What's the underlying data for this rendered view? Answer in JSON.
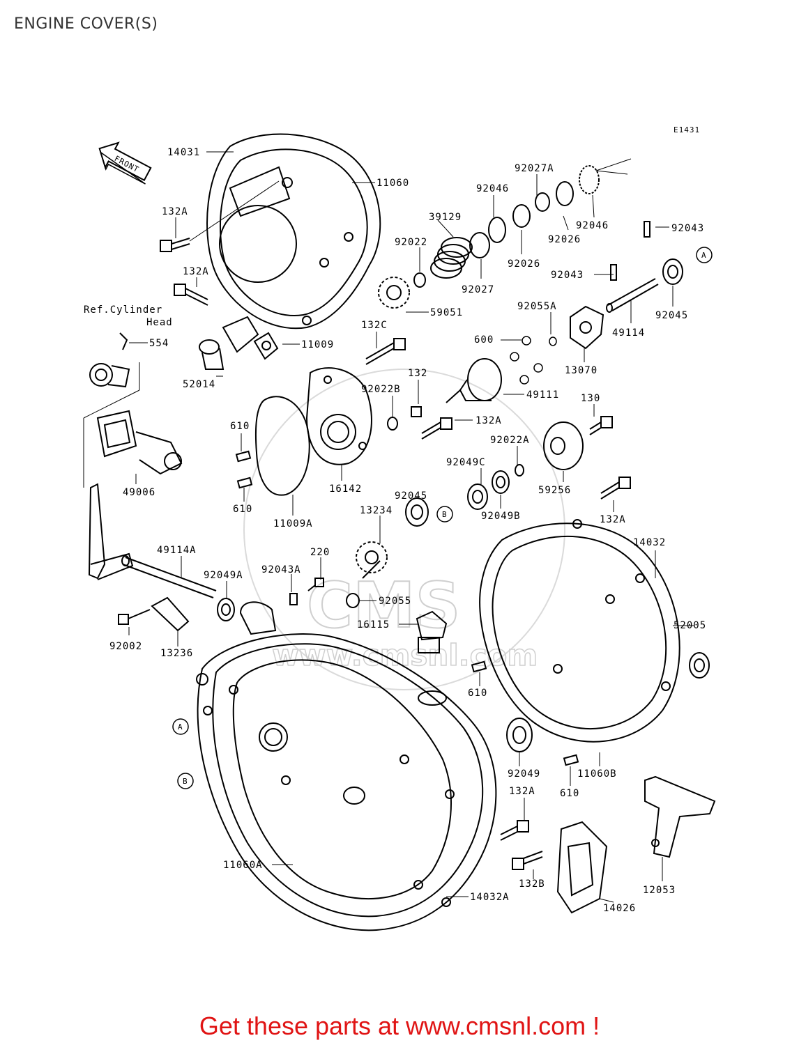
{
  "page": {
    "title": "ENGINE COVER(S)",
    "diagram_code": "E1431",
    "footer_text": "Get these parts at www.cmsnl.com !"
  },
  "watermark": {
    "logo_text": "CMS",
    "site_text": "www.cmsnl.com"
  },
  "arrow": {
    "label": "FRONT"
  },
  "ref_cylinder": {
    "line1": "Ref.Cylinder",
    "line2": "Head"
  },
  "callouts": {
    "A": "A",
    "B": "B"
  },
  "parts": [
    "14031",
    "11060",
    "132A",
    "132A",
    "554",
    "52014",
    "11009",
    "132C",
    "92027A",
    "92046",
    "39129",
    "92022",
    "92027",
    "92046",
    "92026",
    "92026",
    "59051",
    "92043",
    "92043",
    "92045",
    "49114",
    "92055A",
    "600",
    "13070",
    "132",
    "92022B",
    "49111",
    "610",
    "610",
    "16142",
    "11009A",
    "132A",
    "130",
    "92022A",
    "92049C",
    "59256",
    "92045",
    "92049B",
    "13234",
    "49006",
    "132A",
    "14032",
    "49114A",
    "220",
    "92043A",
    "92049A",
    "92055",
    "16115",
    "92002",
    "13236",
    "52005",
    "610",
    "11060B",
    "92049",
    "610",
    "132A",
    "11060A",
    "132B",
    "12053",
    "14032A",
    "14026"
  ]
}
